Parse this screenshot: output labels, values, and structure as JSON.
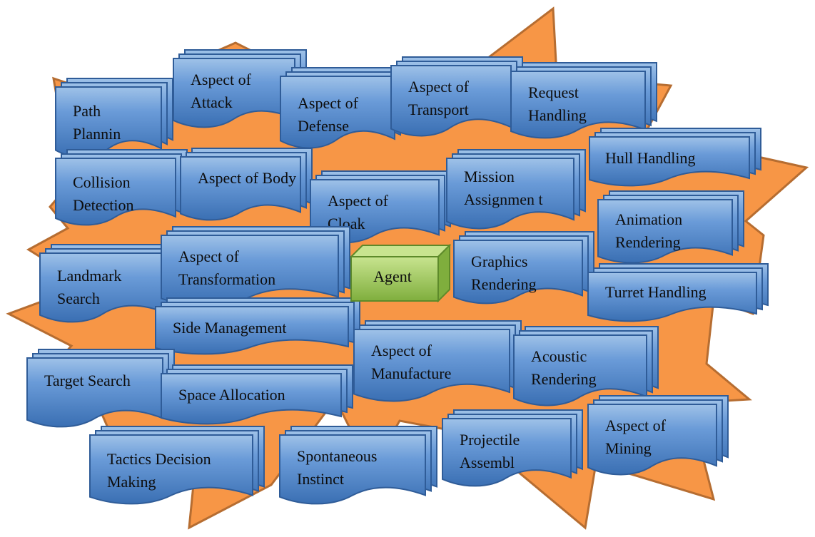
{
  "colors": {
    "burst_fill": "#f79646",
    "burst_stroke": "#b66d31",
    "doc_fill_light": "#9fc2e8",
    "doc_fill_dark": "#3a6fb3",
    "doc_stroke": "#2f5c98",
    "agent_fill_light": "#c8e48f",
    "agent_fill_dark": "#7fae3d",
    "agent_stroke": "#5d8a2a"
  },
  "center_node": {
    "label": "Agent",
    "shape": "3d-block"
  },
  "nodes": [
    {
      "label": "Path Plannin"
    },
    {
      "label": "Aspect of Attack"
    },
    {
      "label": "Aspect of Defense"
    },
    {
      "label": "Aspect of Transport"
    },
    {
      "label": "Request Handling"
    },
    {
      "label": "Hull Handling"
    },
    {
      "label": "Collision Detection"
    },
    {
      "label": "Aspect of Body"
    },
    {
      "label": "Aspect of Cloak"
    },
    {
      "label": "Mission Assignmen t"
    },
    {
      "label": "Animation Rendering"
    },
    {
      "label": "Landmark Search"
    },
    {
      "label": "Aspect of Transformation"
    },
    {
      "label": "Graphics Rendering"
    },
    {
      "label": "Turret Handling"
    },
    {
      "label": "Side Management"
    },
    {
      "label": "Aspect of Manufacture"
    },
    {
      "label": "Acoustic Rendering"
    },
    {
      "label": "Target Search"
    },
    {
      "label": "Space Allocation"
    },
    {
      "label": "Aspect of Mining"
    },
    {
      "label": "Tactics Decision Making"
    },
    {
      "label": "Spontaneous Instinct"
    },
    {
      "label": "Projectile Assembl"
    }
  ]
}
